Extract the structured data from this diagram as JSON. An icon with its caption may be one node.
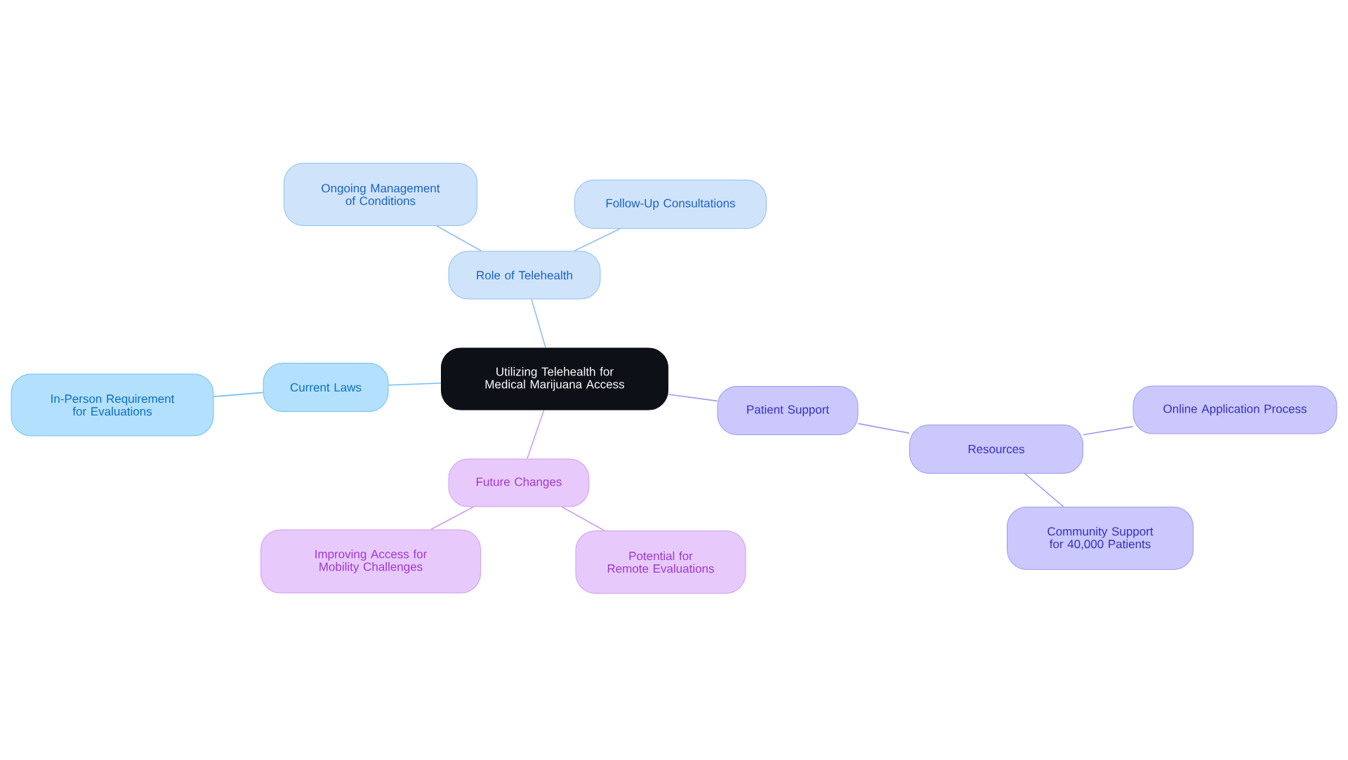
{
  "diagram": {
    "nodes": [
      {
        "text": [
          "Utilizing Telehealth for Medical Marijuana Access"
        ]
      },
      {
        "text": [
          "Role of Telehealth"
        ]
      },
      {
        "text": [
          "Ongoing Management of Conditions"
        ]
      },
      {
        "text": [
          "Follow-Up Consultations"
        ]
      },
      {
        "text": [
          "Current Laws"
        ]
      },
      {
        "text": [
          "In-Person Requirement for Evaluations"
        ]
      },
      {
        "text": [
          "Patient Support"
        ]
      },
      {
        "text": [
          "Resources"
        ]
      },
      {
        "text": [
          "Online Application Process"
        ]
      },
      {
        "text": [
          "Community Support for 40,000 Patients"
        ]
      },
      {
        "text": [
          "Future Changes"
        ]
      },
      {
        "text": [
          "Improving Access for Mobility Challenges"
        ]
      },
      {
        "text": [
          "Potential for Remote Evaluations"
        ]
      }
    ],
    "edges": [
      {
        "from": 0,
        "to": 1,
        "arrow": "none",
        "color": "#90c0f0"
      },
      {
        "from": 1,
        "to": 2,
        "arrow": "none",
        "color": "#90c0f0"
      },
      {
        "from": 1,
        "to": 3,
        "arrow": "none",
        "color": "#90c0f0"
      },
      {
        "from": 0,
        "to": 4,
        "arrow": "none",
        "color": "#6fc0f5"
      },
      {
        "from": 4,
        "to": 5,
        "arrow": "none",
        "color": "#6fc0f5"
      },
      {
        "from": 0,
        "to": 6,
        "arrow": "none",
        "color": "#9d9af0"
      },
      {
        "from": 6,
        "to": 7,
        "arrow": "none",
        "color": "#9d9af0"
      },
      {
        "from": 7,
        "to": 8,
        "arrow": "none",
        "color": "#9d9af0"
      },
      {
        "from": 7,
        "to": 9,
        "arrow": "none",
        "color": "#9d9af0"
      },
      {
        "from": 0,
        "to": 10,
        "arrow": "none",
        "color": "#cf9ef0"
      },
      {
        "from": 10,
        "to": 11,
        "arrow": "none",
        "color": "#cf9ef0"
      },
      {
        "from": 10,
        "to": 12,
        "arrow": "none",
        "color": "#cf9ef0"
      }
    ]
  }
}
